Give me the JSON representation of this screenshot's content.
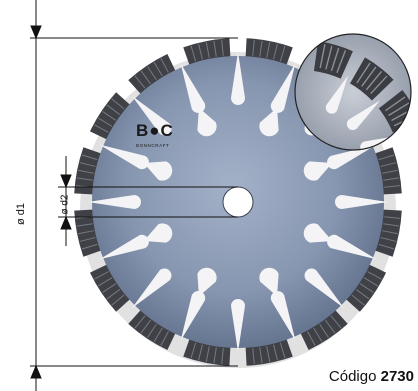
{
  "dimensions": {
    "outer_diameter_label": "ø d1",
    "bore_diameter_label": "ø d2"
  },
  "brand": {
    "logo_text": "B●C",
    "subtitle": "BONNCRAFT"
  },
  "product": {
    "code_prefix": "Código",
    "code_number": "2730"
  },
  "colors": {
    "blade": "#8a99b2",
    "blade_dark": "#5d6c86",
    "segment": "#3f4147",
    "slot": "#f4f4f6"
  }
}
